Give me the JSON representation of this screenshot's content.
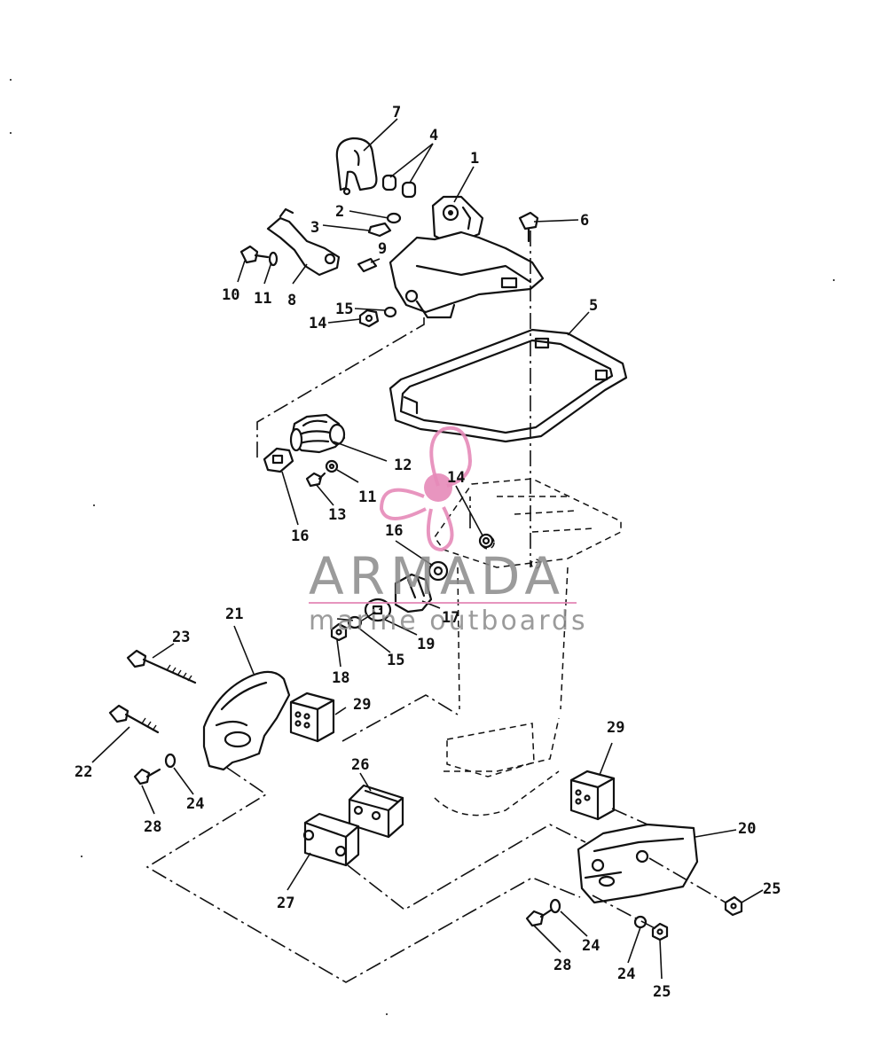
{
  "watermark": {
    "brand": "ARMADA",
    "tagline": "marine outboards",
    "color_pink": "#e58ab8",
    "color_gray": "#8a8a8a"
  },
  "callouts": {
    "c1": "1",
    "c2": "2",
    "c3": "3",
    "c4": "4",
    "c5": "5",
    "c6": "6",
    "c7": "7",
    "c8": "8",
    "c9": "9",
    "c10": "10",
    "c11a": "11",
    "c11b": "11",
    "c12": "12",
    "c13": "13",
    "c14a": "14",
    "c14b": "14",
    "c15a": "15",
    "c15b": "15",
    "c16a": "16",
    "c16b": "16",
    "c17": "17",
    "c18": "18",
    "c19": "19",
    "c20": "20",
    "c21": "21",
    "c22": "22",
    "c23": "23",
    "c24a": "24",
    "c24b": "24",
    "c24c": "24",
    "c25a": "25",
    "c25b": "25",
    "c26": "26",
    "c27": "27",
    "c28a": "28",
    "c28b": "28",
    "c29a": "29",
    "c29b": "29"
  }
}
